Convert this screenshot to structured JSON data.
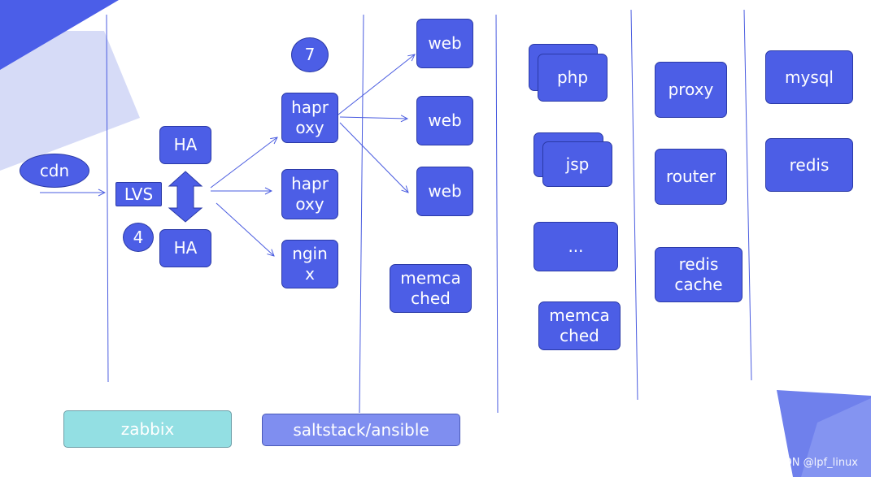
{
  "nodes": {
    "cdn": "cdn",
    "lvs": "LVS",
    "ha_top": "HA",
    "ha_bottom": "HA",
    "num_7": "7",
    "num_4": "4",
    "haproxy_1": [
      "hapr",
      "oxy"
    ],
    "haproxy_2": [
      "hapr",
      "oxy"
    ],
    "nginx": [
      "ngin",
      "x"
    ],
    "web_1": "web",
    "web_2": "web",
    "web_3": "web",
    "memcached_1": [
      "memca",
      "ched"
    ],
    "php": "php",
    "jsp": "jsp",
    "ellipsis": "...",
    "memcached_2": [
      "memca",
      "ched"
    ],
    "proxy": "proxy",
    "router": "router",
    "redis_cache": [
      "redis",
      "cache"
    ],
    "mysql": "mysql",
    "redis": "redis"
  },
  "bars": {
    "zabbix": "zabbix",
    "saltstack": "saltstack/ansible"
  },
  "watermark": "CSDN @lpf_linux",
  "colors": {
    "node_fill": "#4c5ee6",
    "node_border": "#2b3aa7",
    "line": "#4a5ce0",
    "zabbix_fill": "#93dfe3",
    "saltstack_fill": "#7f8ef0",
    "corner_dark": "#4b5ee8",
    "corner_light": "#d4d9f6"
  }
}
